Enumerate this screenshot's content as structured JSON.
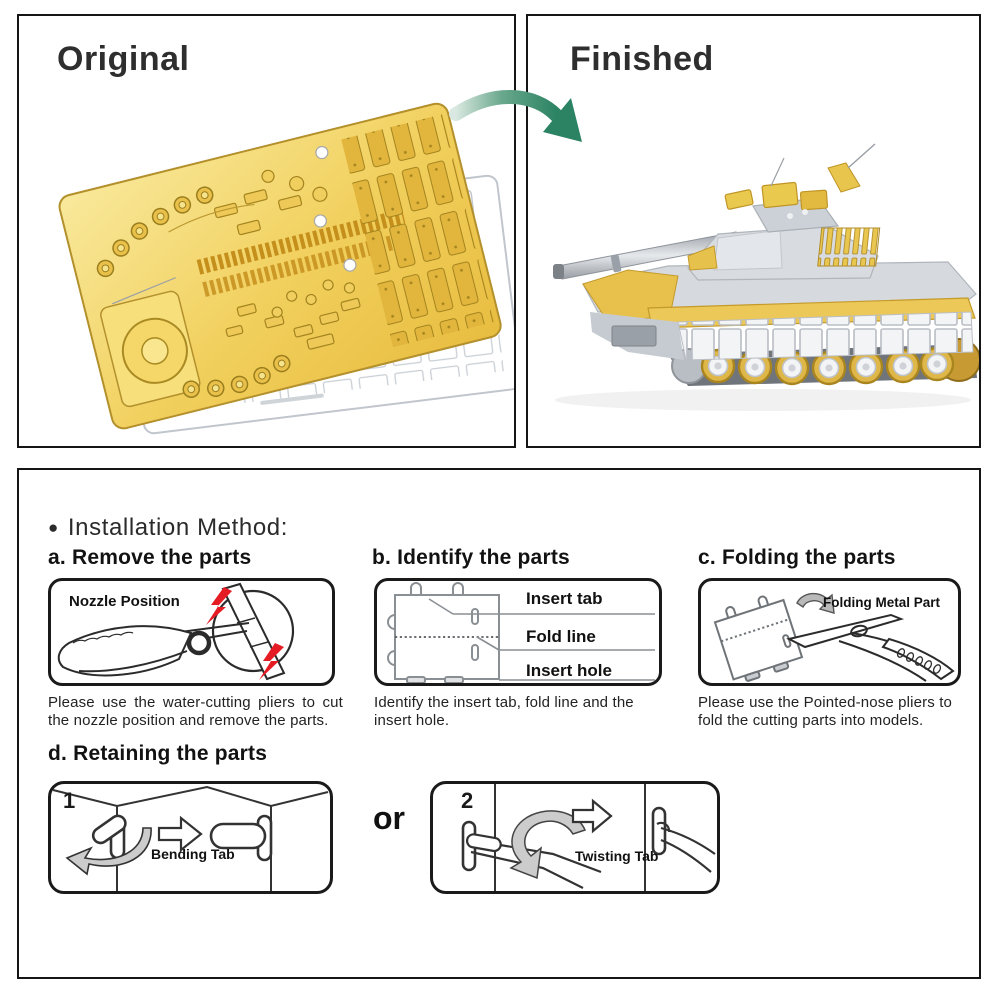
{
  "colors": {
    "accent_green": "#2b8363",
    "gold": "#eec94f",
    "gold_dark": "#c49a2a",
    "silver": "#d3d6db",
    "alert_red": "#e51c23",
    "ink": "#1a1a1a"
  },
  "panels": {
    "original": {
      "title": "Original"
    },
    "finished": {
      "title": "Finished"
    }
  },
  "installation": {
    "bullet": "●",
    "heading": "Installation Method:",
    "step_a": {
      "heading": "a. Remove the parts",
      "diagram_label": "Nozzle Position",
      "caption": "Please use the water-cutting pliers to cut the nozzle position and remove the parts."
    },
    "step_b": {
      "heading": "b. Identify the parts",
      "label_insert_tab": "Insert tab",
      "label_fold_line": "Fold line",
      "label_insert_hole": "Insert hole",
      "caption": "Identify the insert tab, fold line and the insert hole."
    },
    "step_c": {
      "heading": "c. Folding the parts",
      "diagram_label": "Folding Metal Part",
      "caption": "Please use the Pointed-nose pliers to fold the cutting parts into models."
    },
    "step_d": {
      "heading": "d. Retaining the parts",
      "option1_number": "1",
      "option1_label": "Bending Tab",
      "conjunction": "or",
      "option2_number": "2",
      "option2_label": "Twisting Tab"
    }
  }
}
